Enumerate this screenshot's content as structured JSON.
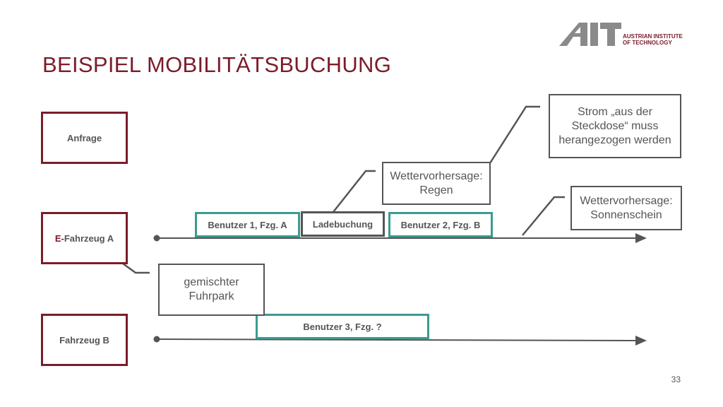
{
  "title": "BEISPIEL MOBILITÄTSBUCHUNG",
  "logo": {
    "mark": "AIT",
    "line1": "AUSTRIAN INSTITUTE",
    "line2": "OF TECHNOLOGY"
  },
  "rows": {
    "anfrage": "Anfrage",
    "efahrzeug_prefix": "E-",
    "efahrzeug_rest": "Fahrzeug A",
    "fahrzeug_b": "Fahrzeug B"
  },
  "bookings": {
    "benutzer1": "Benutzer 1, Fzg. A",
    "ladebuchung": "Ladebuchung",
    "benutzer2": "Benutzer 2, Fzg. B",
    "benutzer3": "Benutzer 3, Fzg. ?"
  },
  "notes": {
    "strom_line1": "Strom „aus der",
    "strom_line2": "Steckdose“ muss",
    "strom_line3": "herangezogen werden",
    "regen_line1": "Wettervorhersage:",
    "regen_line2": "Regen",
    "sonne_line1": "Wettervorhersage:",
    "sonne_line2": "Sonnenschein",
    "fuhrpark_line1": "gemischter",
    "fuhrpark_line2": "Fuhrpark"
  },
  "page_number": "33",
  "colors": {
    "accent": "#7b1c2a",
    "teal": "#3a9c8f",
    "grey": "#555555"
  }
}
